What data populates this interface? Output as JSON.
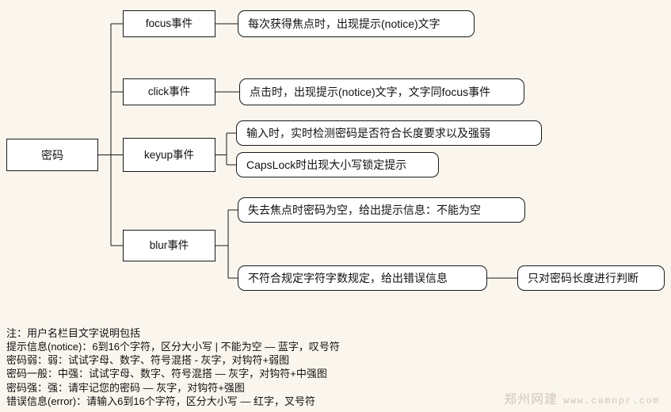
{
  "background_color": "#faf6ee",
  "line_color": "#1a1a1a",
  "node_fill": "#ffffff",
  "root": {
    "label": "密码"
  },
  "events": [
    {
      "id": "focus",
      "label": "focus事件"
    },
    {
      "id": "click",
      "label": "click事件"
    },
    {
      "id": "keyup",
      "label": "keyup事件"
    },
    {
      "id": "blur",
      "label": "blur事件"
    }
  ],
  "descriptions": [
    {
      "id": "focus-desc",
      "label": "每次获得焦点时，出现提示(notice)文字"
    },
    {
      "id": "click-desc",
      "label": "点击时，出现提示(notice)文字，文字同focus事件"
    },
    {
      "id": "keyup-desc-1",
      "label": "输入时，实时检测密码是否符合长度要求以及强弱"
    },
    {
      "id": "keyup-desc-2",
      "label": "CapsLock时出现大小写锁定提示"
    },
    {
      "id": "blur-desc-1",
      "label": "失去焦点时密码为空，给出提示信息：不能为空"
    },
    {
      "id": "blur-desc-2",
      "label": "不符合规定字符字数规定，给出错误信息"
    },
    {
      "id": "blur-desc-2-detail",
      "label": "只对密码长度进行判断"
    }
  ],
  "notes": [
    "注：用户名栏目文字说明包括",
    "提示信息(notice)：6到16个字符，区分大小写 | 不能为空 — 蓝字，叹号符",
    "密码弱：弱：试试字母、数字、符号混搭 - 灰字，对钩符+弱图",
    "密码一般：中强：试试字母、数字、符号混搭 — 灰字，对钩符+中强图",
    "密码强：强：请牢记您的密码 — 灰字，对钩符+强图",
    "错误信息(error)：请输入6到16个字符，区分大小写 — 红字，叉号符"
  ],
  "watermark": {
    "cn": "郑州网建",
    "url": "www.camnpr.com"
  }
}
